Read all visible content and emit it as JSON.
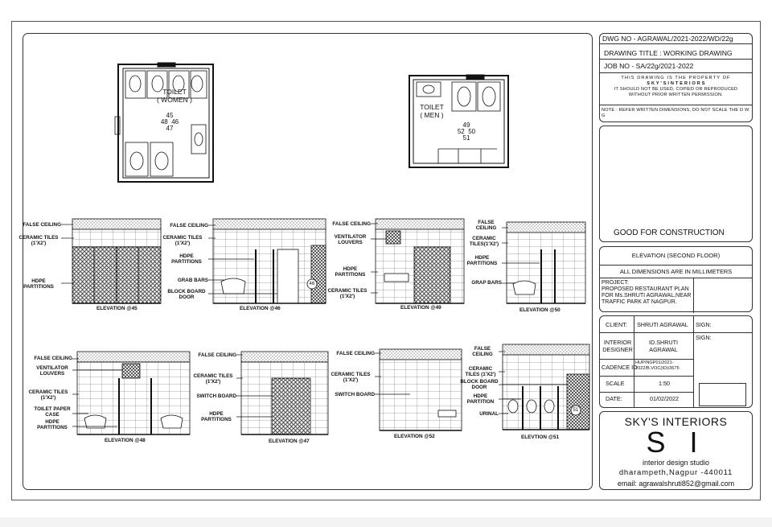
{
  "title_block": {
    "dwg_no": "DWG NO - AGRAWAL/2021-2022/WD/22g",
    "drawing_title": "DRAWING TITLE :  WORKING DRAWING",
    "job_no": "JOB NO - SA/22g/2021-2022",
    "property_line1": "THIS DRAWING IS THE PROPERTY OF",
    "property_line2": "S K Y ' S   I N T E R I O R S",
    "property_line3": "IT SHOULD NOT BE USED, COPIED OR REPRODUCED",
    "property_line4": "WITHOUT PRIOR WRITTEN PERMISSION.",
    "note": "NOTE : REFER WRITTEN DIMENSIONS, DO NOT SCALE THE D        W        G",
    "good_for_construction": "GOOD FOR CONSTRUCTION",
    "sheet_title": "ELEVATION (SECOND FLOOR)",
    "dimensions_note": "ALL DIMENSIONS ARE IN MILLIMETERS",
    "project_label": "PROJECT:",
    "project_text": "PROPOSED RESTAURANT PLAN FOR Ms.SHRUTI AGRAWAL,NEAR TRAFFIC PARK AT NAGPUR.",
    "client_label": "CLIENT:",
    "client_value": "SHRUTI AGRAWAL",
    "sign1": "SIGN:",
    "designer_label": "INTERIOR DESIGNER",
    "designer_value": "ID.SHRUTI AGRAWAL",
    "sign2": "SIGN:",
    "cadence_label": "CADENCE ID",
    "cadence_value": "HUP/NGP01/2021-2022/B.VOC(ID)/3675",
    "scale_label": "SCALE",
    "scale_value": "1:50",
    "date_label": "DATE:",
    "date_value": "01/02/2022",
    "studio_name": "SKY'S INTERIORS",
    "studio_logo": "S I",
    "studio_tagline": "interior design studio",
    "studio_address": "dharampeth,Nagpur -440011",
    "studio_email": "email: agrawalshruti852@gmail.com"
  },
  "plans": {
    "women_title": "TOILET",
    "women_sub": "( WOMEN )",
    "women_tags": [
      "45",
      "48",
      "46",
      "47"
    ],
    "men_title": "TOILET",
    "men_sub": "( MEN )",
    "men_tags": [
      "49",
      "52",
      "50",
      "51"
    ]
  },
  "elevations": [
    {
      "id": "e45",
      "caption": "ELEVATION @45",
      "labels": [
        "FALSE CEILING",
        "CERAMIC TILES (1'X2')",
        "HDPE PARTITIONS"
      ]
    },
    {
      "id": "e46",
      "caption": "ELEVATION @46",
      "labels": [
        "FALSE CEILING",
        "CERAMIC TILES (1'X2')",
        "HDPE PARTITIONS",
        "GRAB BARS",
        "BLOCK BOARD DOOR"
      ]
    },
    {
      "id": "e49",
      "caption": "ELEVATION @49",
      "labels": [
        "FALSE CEILING",
        "VENTILATOR LOUVERS",
        "HDPE PARTITIONS",
        "CERAMIC TILES (1'X2')"
      ]
    },
    {
      "id": "e50",
      "caption": "ELEVATION @50",
      "labels": [
        "FALSE CEILING",
        "CERAMIC TILES(1'X2')",
        "HDPE PARTITIONS",
        "GRAP BARS"
      ]
    },
    {
      "id": "e48",
      "caption": "ELEVATION @48",
      "labels": [
        "FALSE CEILING",
        "VENTILATOR LOUVERS",
        "CERAMIC TILES (1'X2')",
        "TOILET PAPER CASE",
        "HDPE PARTITIONS"
      ]
    },
    {
      "id": "e47",
      "caption": "ELEVATION @47",
      "labels": [
        "FALSE CEILING",
        "CERAMIC TILES (1'X2')",
        "SWITCH BOARD",
        "HDPE PARTITIONS"
      ]
    },
    {
      "id": "e52",
      "caption": "ELEVATION @52",
      "labels": [
        "FALSE CEILING",
        "CERAMIC TILES (1'X2')",
        "SWITCH BOARD"
      ]
    },
    {
      "id": "e51",
      "caption": "ELEVTION @51",
      "labels": [
        "FALSE CEILING",
        "CERAMIC TILES (1'X2')",
        "BLOCK BOARD DOOR",
        "HDPE PARTITION",
        "URINAL"
      ]
    }
  ],
  "tags": {
    "t46": "46",
    "t51": "51"
  }
}
